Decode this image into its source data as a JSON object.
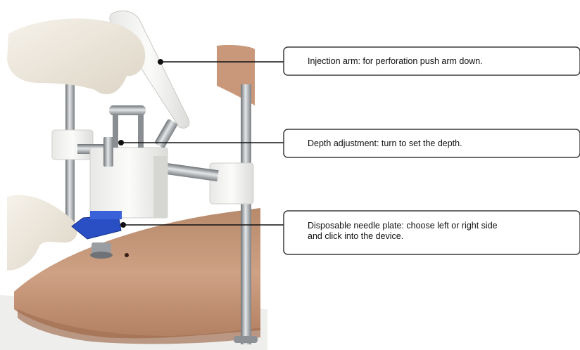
{
  "callouts": [
    {
      "id": "injection-arm",
      "lines": [
        "Injection arm: for perforation push arm down."
      ]
    },
    {
      "id": "depth-adjustment",
      "lines": [
        "Depth adjustment: turn to set the depth."
      ]
    },
    {
      "id": "needle-plate",
      "lines": [
        "Disposable needle plate: choose left or right side",
        "and click into the device."
      ]
    }
  ],
  "colors": {
    "callout_border": "#3a3a3a",
    "leader_line": "#111111",
    "needle_plate": "#2a4fc4",
    "glove": "#f1ece2",
    "skin": "#c89a7c",
    "steel": "#a9acb0",
    "device_body": "#f4f4f2"
  }
}
